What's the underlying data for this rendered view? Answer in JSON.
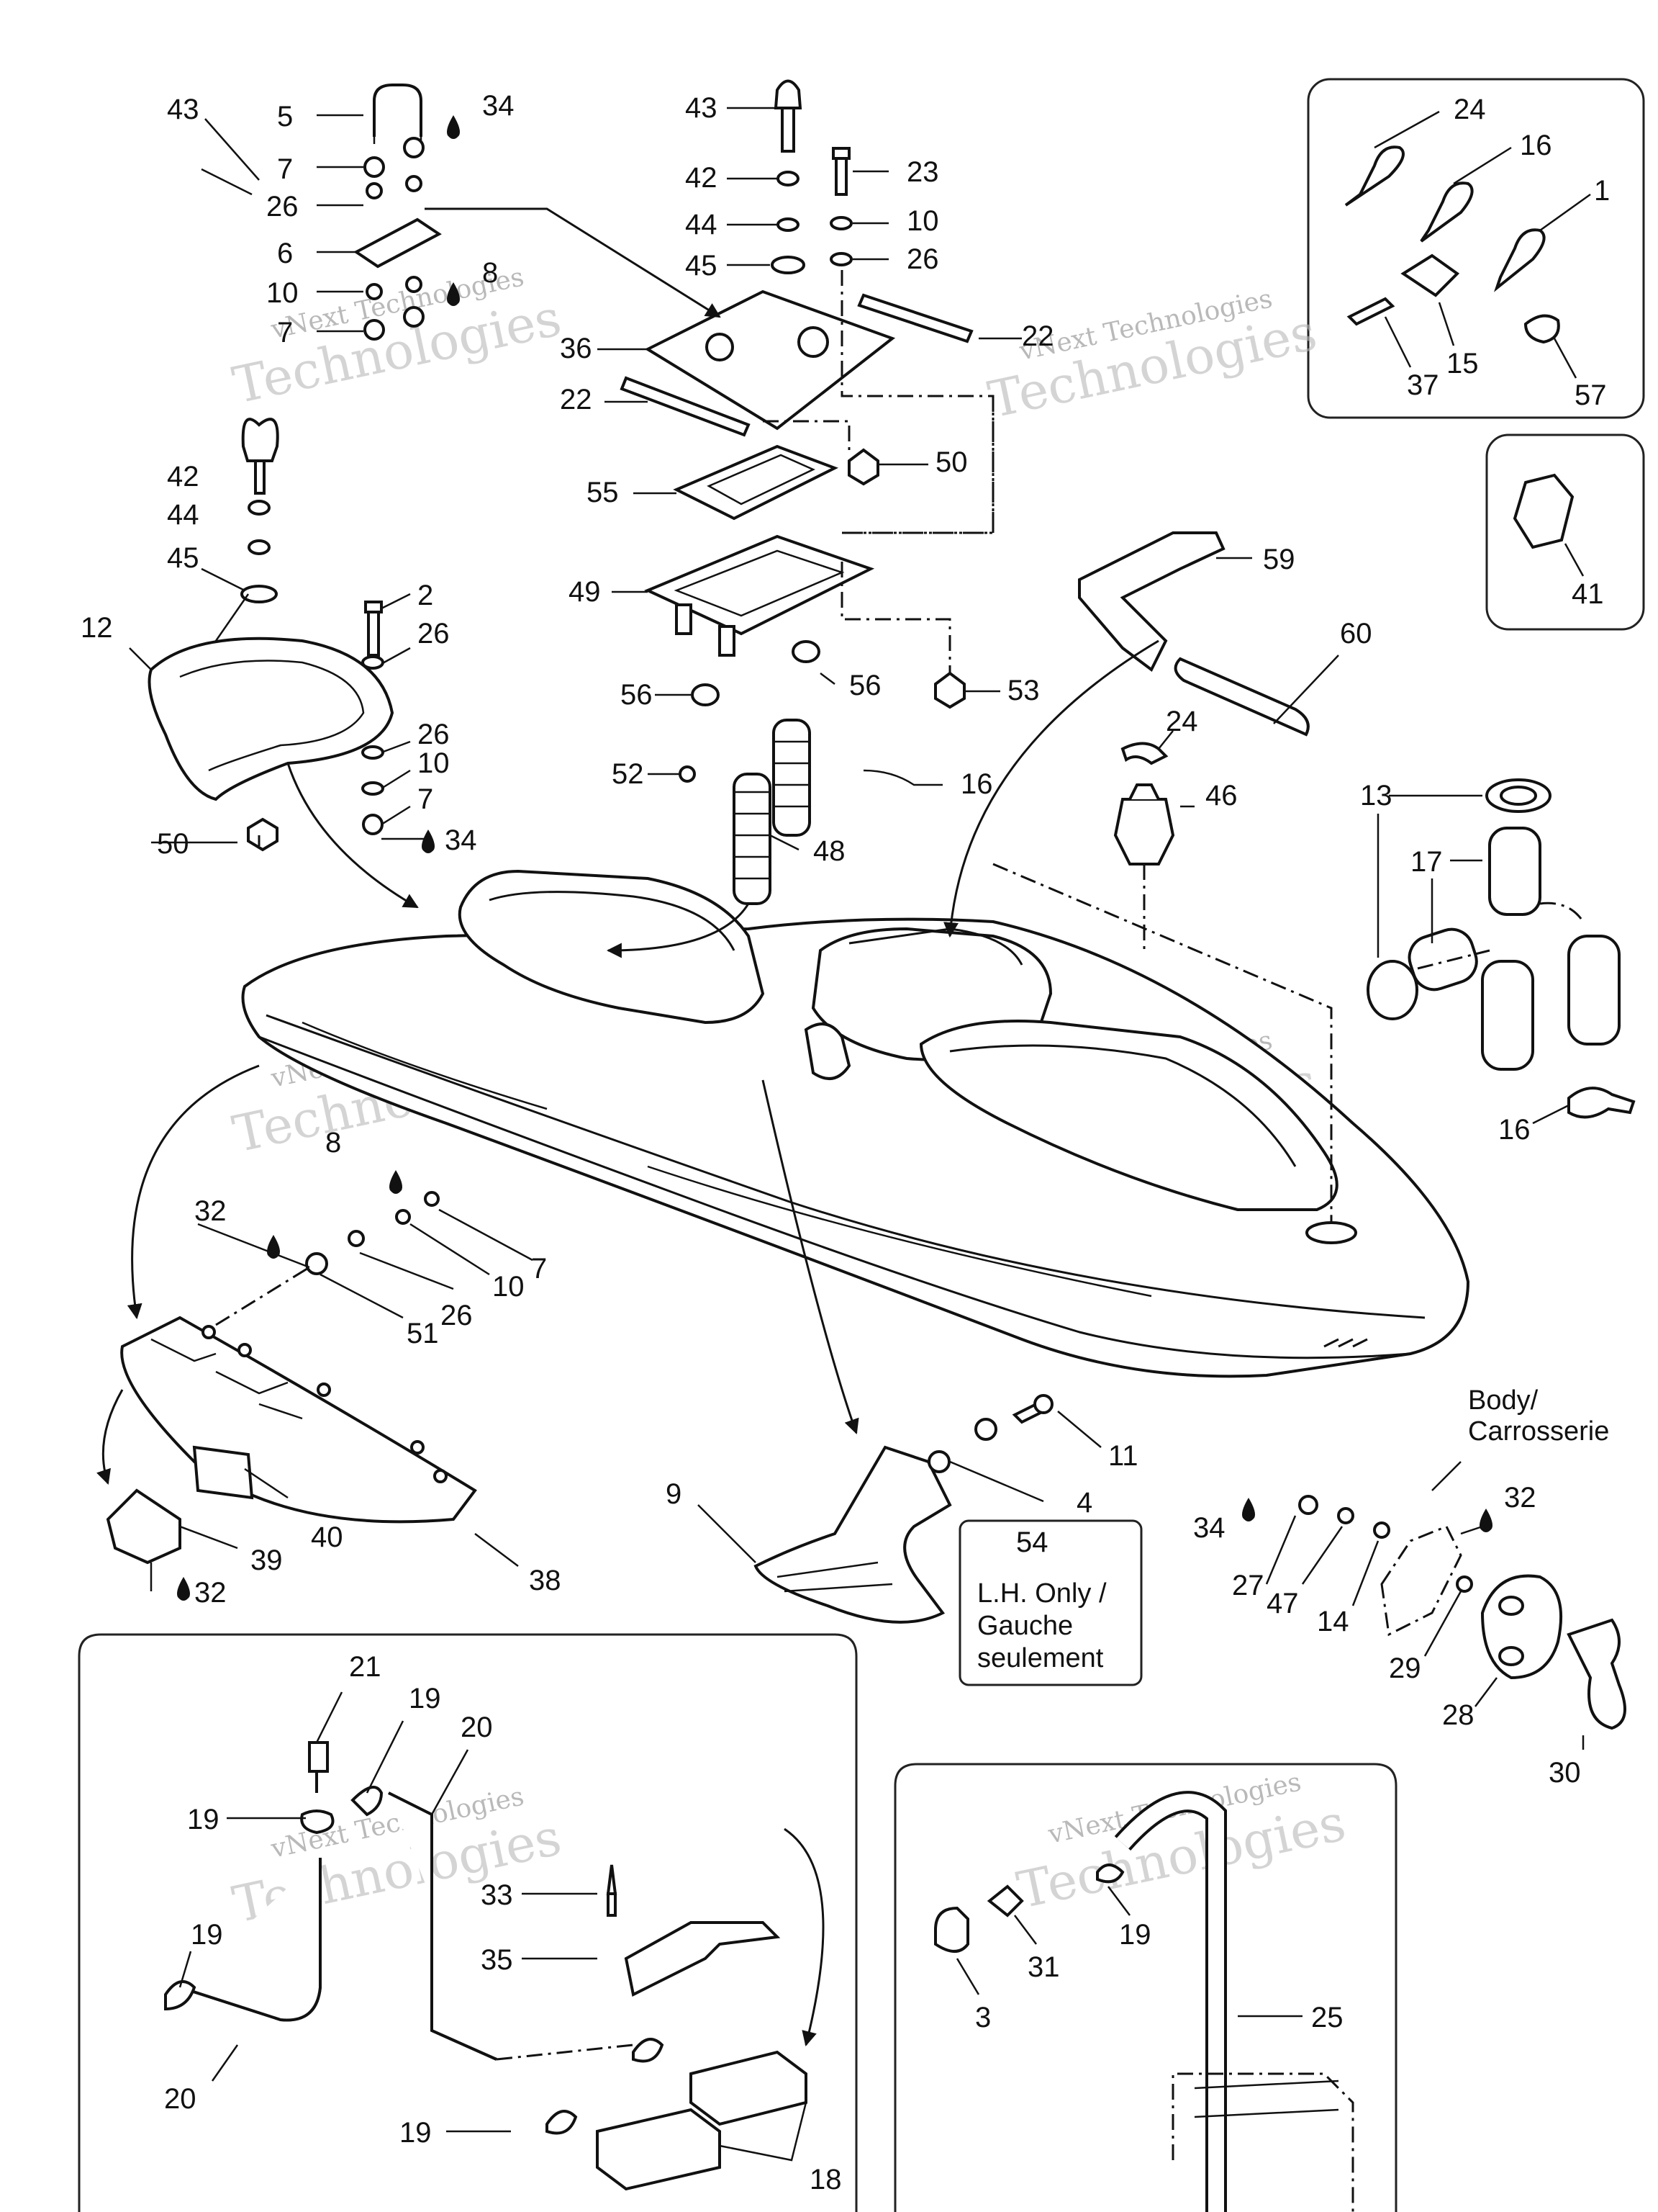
{
  "labels": [
    {
      "id": "5-a",
      "text": "5"
    },
    {
      "id": "34-a",
      "text": "34"
    },
    {
      "id": "7-a",
      "text": "7"
    },
    {
      "id": "26-a",
      "text": "26"
    },
    {
      "id": "6-a",
      "text": "6"
    },
    {
      "id": "8-a",
      "text": "8"
    },
    {
      "id": "10-a",
      "text": "10"
    },
    {
      "id": "7-b",
      "text": "7"
    },
    {
      "id": "43-a",
      "text": "43"
    },
    {
      "id": "42-a",
      "text": "42"
    },
    {
      "id": "44-a",
      "text": "44"
    },
    {
      "id": "45-a",
      "text": "45"
    },
    {
      "id": "23-a",
      "text": "23"
    },
    {
      "id": "10-b",
      "text": "10"
    },
    {
      "id": "26-b",
      "text": "26"
    },
    {
      "id": "36-a",
      "text": "36"
    },
    {
      "id": "22-a",
      "text": "22"
    },
    {
      "id": "22-b",
      "text": "22"
    },
    {
      "id": "50-a",
      "text": "50"
    },
    {
      "id": "55-a",
      "text": "55"
    },
    {
      "id": "49-a",
      "text": "49"
    },
    {
      "id": "56-a",
      "text": "56"
    },
    {
      "id": "56-b",
      "text": "56"
    },
    {
      "id": "53-a",
      "text": "53"
    },
    {
      "id": "52-a",
      "text": "52"
    },
    {
      "id": "48-a",
      "text": "48"
    },
    {
      "id": "16-a",
      "text": "16"
    },
    {
      "id": "24-a",
      "text": "24"
    },
    {
      "id": "16-b",
      "text": "16"
    },
    {
      "id": "1-a",
      "text": "1"
    },
    {
      "id": "37-a",
      "text": "37"
    },
    {
      "id": "15-a",
      "text": "15"
    },
    {
      "id": "57-a",
      "text": "57"
    },
    {
      "id": "41-a",
      "text": "41"
    },
    {
      "id": "59-a",
      "text": "59"
    },
    {
      "id": "60-a",
      "text": "60"
    },
    {
      "id": "24-b",
      "text": "24"
    },
    {
      "id": "46-a",
      "text": "46"
    },
    {
      "id": "13-a",
      "text": "13"
    },
    {
      "id": "17-a",
      "text": "17"
    },
    {
      "id": "16-c",
      "text": "16"
    },
    {
      "id": "43-b",
      "text": "43"
    },
    {
      "id": "42-b",
      "text": "42"
    },
    {
      "id": "44-b",
      "text": "44"
    },
    {
      "id": "45-b",
      "text": "45"
    },
    {
      "id": "12-a",
      "text": "12"
    },
    {
      "id": "2-a",
      "text": "2"
    },
    {
      "id": "26-c",
      "text": "26"
    },
    {
      "id": "26-d",
      "text": "26"
    },
    {
      "id": "10-c",
      "text": "10"
    },
    {
      "id": "7-c",
      "text": "7"
    },
    {
      "id": "34-b",
      "text": "34"
    },
    {
      "id": "50-b",
      "text": "50"
    },
    {
      "id": "8-b",
      "text": "8"
    },
    {
      "id": "32-a",
      "text": "32"
    },
    {
      "id": "7-d",
      "text": "7"
    },
    {
      "id": "10-d",
      "text": "10"
    },
    {
      "id": "26-e",
      "text": "26"
    },
    {
      "id": "51-a",
      "text": "51"
    },
    {
      "id": "40-a",
      "text": "40"
    },
    {
      "id": "39-a",
      "text": "39"
    },
    {
      "id": "38-a",
      "text": "38"
    },
    {
      "id": "32-b",
      "text": "32"
    },
    {
      "id": "9-a",
      "text": "9"
    },
    {
      "id": "11-a",
      "text": "11"
    },
    {
      "id": "4-a",
      "text": "4"
    },
    {
      "id": "54-a",
      "text": "54"
    },
    {
      "id": "34-c",
      "text": "34"
    },
    {
      "id": "27-a",
      "text": "27"
    },
    {
      "id": "47-a",
      "text": "47"
    },
    {
      "id": "14-a",
      "text": "14"
    },
    {
      "id": "32-c",
      "text": "32"
    },
    {
      "id": "29-a",
      "text": "29"
    },
    {
      "id": "28-a",
      "text": "28"
    },
    {
      "id": "30-a",
      "text": "30"
    },
    {
      "id": "21-a",
      "text": "21"
    },
    {
      "id": "19-a",
      "text": "19"
    },
    {
      "id": "20-a",
      "text": "20"
    },
    {
      "id": "19-b",
      "text": "19"
    },
    {
      "id": "19-c",
      "text": "19"
    },
    {
      "id": "20-b",
      "text": "20"
    },
    {
      "id": "33-a",
      "text": "33"
    },
    {
      "id": "35-a",
      "text": "35"
    },
    {
      "id": "19-d",
      "text": "19"
    },
    {
      "id": "18-a",
      "text": "18"
    },
    {
      "id": "19-e",
      "text": "19"
    },
    {
      "id": "31-a",
      "text": "31"
    },
    {
      "id": "3-a",
      "text": "3"
    },
    {
      "id": "25-a",
      "text": "25"
    }
  ],
  "notes": {
    "lh_only": [
      "L.H. Only /",
      "Gauche",
      "seulement"
    ],
    "body": [
      "Body/",
      "Carrosserie"
    ]
  },
  "watermark": {
    "line1": "vNext Technologies",
    "line2": "vNext",
    "line3": "Technologies"
  }
}
